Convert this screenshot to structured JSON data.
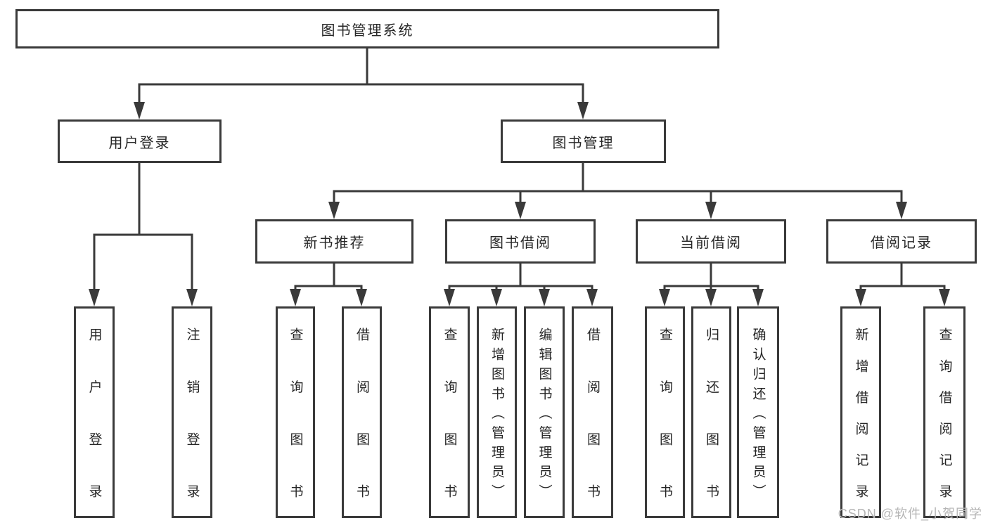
{
  "diagram": {
    "root": "图书管理系统",
    "level2": [
      "用户登录",
      "图书管理"
    ],
    "level3": [
      "新书推荐",
      "图书借阅",
      "当前借阅",
      "借阅记录"
    ],
    "leaves": {
      "login": [
        "用户登录",
        "注销登录"
      ],
      "recommend": [
        "查询图书",
        "借阅图书"
      ],
      "borrow": [
        "查询图书",
        "新增图书（管理员）",
        "编辑图书（管理员）",
        "借阅图书"
      ],
      "current": [
        "查询图书",
        "归还图书",
        "确认归还（管理员）"
      ],
      "records": [
        "新增借阅记录",
        "查询借阅记录"
      ]
    }
  },
  "watermark": "CSDN @软件_小贺同学",
  "colors": {
    "line": "#3a3a3a",
    "box_background": "#ffffff",
    "text": "#262626",
    "watermark_text": "#b5b5b5"
  }
}
